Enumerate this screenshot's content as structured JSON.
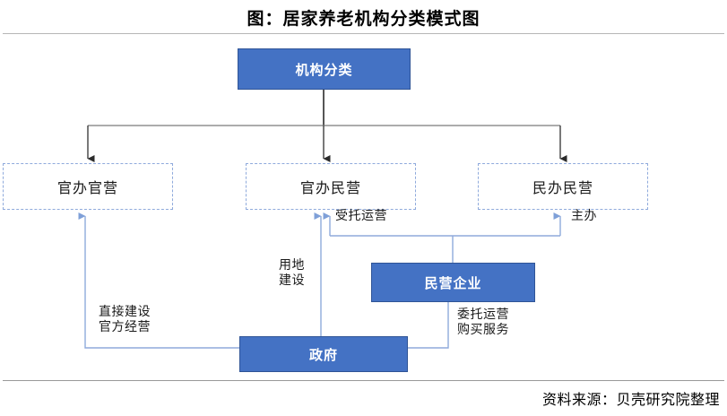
{
  "title": "图：居家养老机构分类模式图",
  "source": "资料来源：贝壳研究院整理",
  "colors": {
    "box_fill": "#4472C4",
    "box_border": "#2F5496",
    "dashed_border": "#8FAADC",
    "blue_wire": "#8FAADC",
    "black_wire": "#3F3F3F",
    "rule": "#B6B6B6"
  },
  "nodes": {
    "root": {
      "label": "机构分类",
      "style": "filled"
    },
    "cat_left": {
      "label": "官办官营",
      "style": "dashed"
    },
    "cat_mid": {
      "label": "官办民营",
      "style": "dashed"
    },
    "cat_right": {
      "label": "民办民营",
      "style": "dashed"
    },
    "enterprise": {
      "label": "民营企业",
      "style": "filled"
    },
    "government": {
      "label": "政府",
      "style": "filled"
    }
  },
  "edge_labels": {
    "entrusted_operation": "受托运营",
    "sponsor": "主办",
    "land_construction": "用地\n建设",
    "direct_build_official_run": "直接建设\n官方经营",
    "entrusted_purchase": "委托运营\n购买服务"
  }
}
